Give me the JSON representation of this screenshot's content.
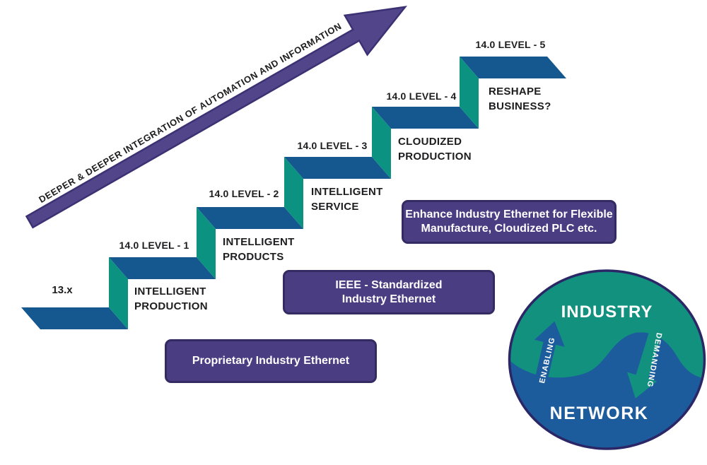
{
  "arrow_banner": {
    "text": "DEEPER & DEEPER INTEGRATION OF AUTOMATION AND INFORMATION"
  },
  "stairs": {
    "levels": [
      {
        "label": "13.x",
        "desc_lines": []
      },
      {
        "label": "14.0 LEVEL - 1",
        "desc_lines": [
          "INTELLIGENT",
          "PRODUCTION"
        ]
      },
      {
        "label": "14.0 LEVEL - 2",
        "desc_lines": [
          "INTELLIGENT",
          "PRODUCTS"
        ]
      },
      {
        "label": "14.0 LEVEL - 3",
        "desc_lines": [
          "INTELLIGENT",
          "SERVICE"
        ]
      },
      {
        "label": "14.0 LEVEL - 4",
        "desc_lines": [
          "CLOUDIZED",
          "PRODUCTION"
        ]
      },
      {
        "label": "14.0 LEVEL - 5",
        "desc_lines": [
          "RESHAPE",
          "BUSINESS?"
        ]
      }
    ]
  },
  "ethernet_boxes": [
    {
      "lines": [
        "Proprietary Industry Ethernet",
        ""
      ]
    },
    {
      "lines": [
        "IEEE - Standardized",
        "Industry Ethernet"
      ]
    },
    {
      "lines": [
        "Enhance Industry Ethernet for Flexible",
        "Manufacture, Cloudized PLC etc."
      ]
    }
  ],
  "industry_network_circle": {
    "top_label": "INDUSTRY",
    "bottom_label": "NETWORK",
    "up_arrow_label": "ENABLING",
    "down_arrow_label": "DEMANDING"
  },
  "colors": {
    "step_blue": "#15578f",
    "step_teal": "#0c9281",
    "arrow_purple": "#52458a",
    "arrow_border": "#3b3173",
    "box_purple": "#4a3d82",
    "box_border": "#342b62",
    "circle_blue": "#1c5c9c",
    "circle_teal": "#12917f",
    "circle_border": "#2b2767",
    "text_dark": "#1d1d1f",
    "text_white": "#ffffff"
  }
}
